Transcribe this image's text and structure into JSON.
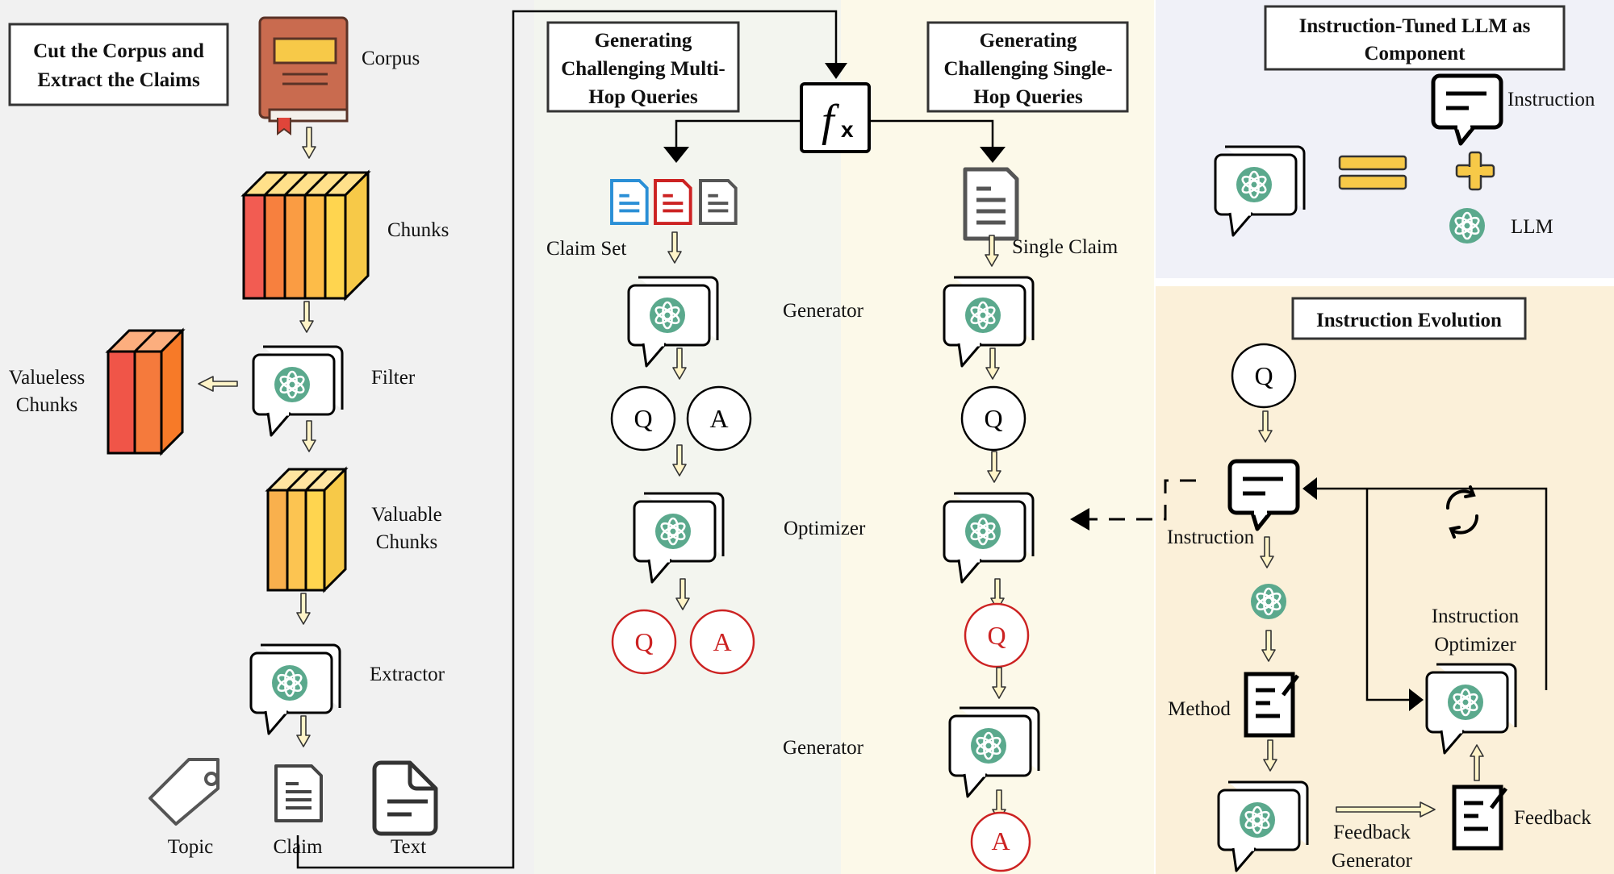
{
  "sections": {
    "corpus": {
      "title_line1": "Cut the Corpus and",
      "title_line2": "Extract the Claims"
    },
    "multi_hop": {
      "title_line1": "Generating",
      "title_line2": "Challenging Multi-",
      "title_line3": "Hop Queries"
    },
    "single_hop": {
      "title_line1": "Generating",
      "title_line2": "Challenging Single-",
      "title_line3": "Hop Queries"
    },
    "component": {
      "title_line1": "Instruction-Tuned LLM as",
      "title_line2": "Component"
    },
    "evolution": {
      "title": "Instruction Evolution"
    }
  },
  "labels": {
    "corpus": "Corpus",
    "chunks": "Chunks",
    "filter": "Filter",
    "valueless_1": "Valueless",
    "valueless_2": "Chunks",
    "valuable_1": "Valuable",
    "valuable_2": "Chunks",
    "extractor": "Extractor",
    "topic": "Topic",
    "claim": "Claim",
    "text": "Text",
    "claim_set": "Claim Set",
    "single_claim": "Single Claim",
    "generator_1": "Generator",
    "optimizer": "Optimizer",
    "generator_2": "Generator",
    "instruction": "Instruction",
    "llm": "LLM",
    "evo_q": "Q",
    "evo_instruction": "Instruction",
    "method": "Method",
    "feedback": "Feedback",
    "feedback_gen_1": "Feedback",
    "feedback_gen_2": "Generator",
    "instr_opt_1": "Instruction",
    "instr_opt_2": "Optimizer",
    "fx": "f",
    "fx_sub": "x"
  },
  "qa": {
    "multi_q1": "Q",
    "multi_a1": "A",
    "multi_q2": "Q",
    "multi_a2": "A",
    "single_q1": "Q",
    "single_q2": "Q",
    "single_a": "A"
  },
  "colors": {
    "panel_grey": "#f1f1f1",
    "panel_sage": "#f3f5ef",
    "panel_cream": "#fcf9e9",
    "panel_lavender": "#f0f1f8",
    "panel_peach": "#fbf0d9",
    "openai_green": "#5ba98d",
    "red_accent": "#cc2222",
    "arrow_fill": "#fff4c8"
  },
  "icons": [
    "book-icon",
    "chunk-stack-icon",
    "chat-llm-icon",
    "tag-icon",
    "document-icon",
    "note-icon",
    "function-icon",
    "refresh-icon",
    "plus-icon",
    "equals-icon"
  ]
}
